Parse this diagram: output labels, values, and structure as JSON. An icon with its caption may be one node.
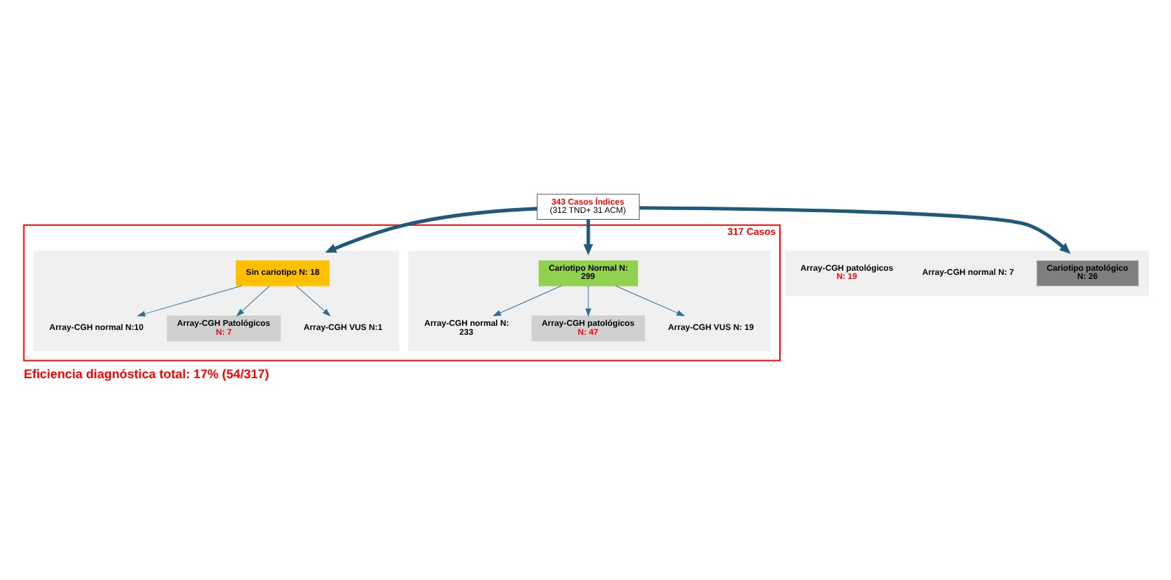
{
  "diagram": {
    "caption": "Eficiencia diagnóstica total: 17% (54/317)",
    "nodes": [
      {
        "text": [
          "343 Casos Índices",
          "(312 TND+ 31 ACM)"
        ]
      },
      {
        "text": [
          "317 Casos"
        ]
      },
      {
        "text": [],
        "shape": "box",
        "in": 1
      },
      {
        "text": [
          "Cariotipo Normal N: 299"
        ],
        "in": 2
      },
      {
        "text": [
          "Array-CGH normal N: 233"
        ],
        "in": 2
      },
      {
        "text": [
          "Array-CGH VUS N: 19"
        ],
        "in": 2
      },
      {
        "text": [
          "Array-CGH patológicos",
          "N: 47"
        ],
        "in": 2
      },
      {
        "text": [],
        "shape": "box",
        "in": 1
      },
      {
        "text": [
          "Sin cariotipo N: 18"
        ],
        "in": 7
      },
      {
        "text": [
          "Array-CGH normal N:10"
        ],
        "in": 7
      },
      {
        "text": [
          "Array-CGH VUS N:1"
        ],
        "in": 7
      },
      {
        "text": [
          "Array-CGH Patológicos",
          "N: 7"
        ],
        "in": 7
      },
      {
        "text": [],
        "shape": "box"
      },
      {
        "text": [
          "Cariotipo patológico N: 26"
        ],
        "in": 12
      },
      {
        "text": [
          "Array-CGH normal N: 7"
        ],
        "in": 12
      },
      {
        "text": [
          "Array-CGH patológicos",
          "N: 19"
        ],
        "in": 12
      }
    ],
    "edges": [
      {
        "from": 0,
        "to": 2,
        "arrow": "to",
        "style": "thick",
        "color": "#1f5a7a"
      },
      {
        "from": 0,
        "to": 7,
        "arrow": "to",
        "style": "thick",
        "color": "#1f5a7a"
      },
      {
        "from": 0,
        "to": 12,
        "arrow": "to",
        "style": "thick",
        "color": "#1f5a7a"
      },
      {
        "from": 3,
        "to": 4,
        "arrow": "to"
      },
      {
        "from": 3,
        "to": 6,
        "arrow": "to"
      },
      {
        "from": 3,
        "to": 5,
        "arrow": "to"
      },
      {
        "from": 8,
        "to": 9,
        "arrow": "to"
      },
      {
        "from": 8,
        "to": 11,
        "arrow": "to"
      },
      {
        "from": 8,
        "to": 10,
        "arrow": "to"
      }
    ]
  }
}
